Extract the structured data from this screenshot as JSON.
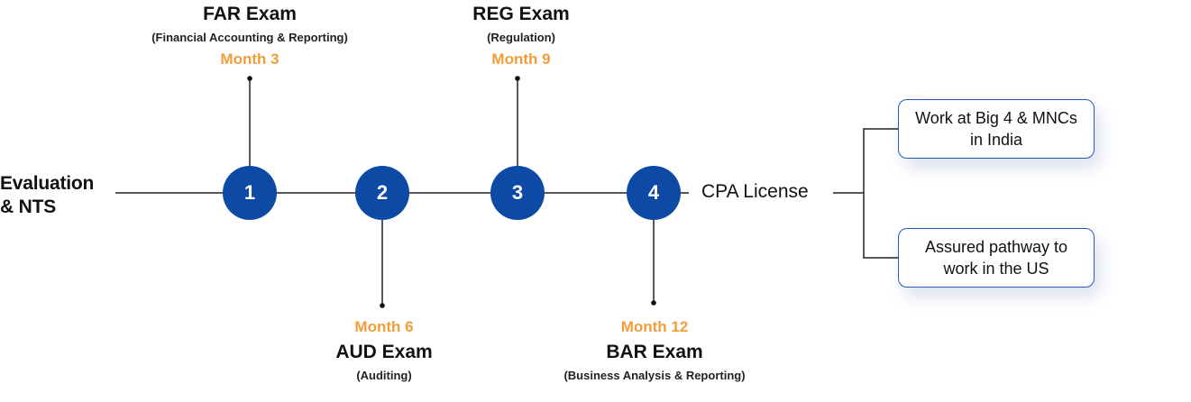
{
  "start": {
    "line1": "Evaluation",
    "line2": "& NTS"
  },
  "steps": [
    {
      "number": "1",
      "exam": "FAR Exam",
      "full_name": "(Financial Accounting & Reporting)",
      "month": "Month 3"
    },
    {
      "number": "2",
      "exam": "AUD Exam",
      "full_name": "(Auditing)",
      "month": "Month 6"
    },
    {
      "number": "3",
      "exam": "REG Exam",
      "full_name": "(Regulation)",
      "month": "Month 9"
    },
    {
      "number": "4",
      "exam": "BAR Exam",
      "full_name": "(Business Analysis & Reporting)",
      "month": "Month 12"
    }
  ],
  "end": {
    "label": "CPA License"
  },
  "outcomes": [
    {
      "text": "Work at Big 4 & MNCs in India"
    },
    {
      "text": "Assured pathway to work in the US"
    }
  ],
  "colors": {
    "circle": "#0c4aa6",
    "month": "#f29d38",
    "box_border": "#1f5fbf",
    "line": "#222222"
  }
}
